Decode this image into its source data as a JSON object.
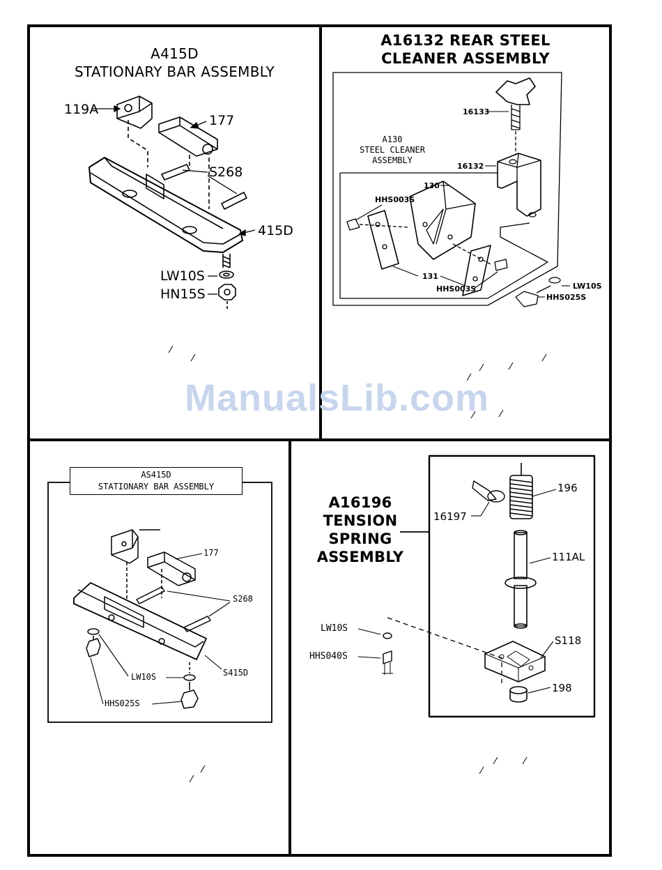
{
  "panels": {
    "stationary_bar": {
      "title": "A415D\nSTATIONARY BAR ASSEMBLY",
      "labels": {
        "part_119a": "119A",
        "part_177": "177",
        "part_s268": "S268",
        "part_415d": "415D",
        "part_lw10s": "LW10S",
        "part_hn15s": "HN15S"
      }
    },
    "rear_steel_cleaner": {
      "title": "A16132 REAR STEEL\nCLEANER ASSEMBLY",
      "sub_title": "A130\nSTEEL CLEANER\nASSEMBLY",
      "labels": {
        "part_16133": "16133",
        "part_16132": "16132",
        "part_130": "130",
        "part_hhs003s_a": "HHS003S",
        "part_131": "131",
        "part_hhs003s_b": "HHS003S",
        "part_lw10s": "LW10S",
        "part_hhs025s": "HHS025S"
      }
    },
    "as415d": {
      "title": "AS415D\nSTATIONARY BAR ASSEMBLY",
      "labels": {
        "part_177": "177",
        "part_s268": "S268",
        "part_s415d": "S415D",
        "part_lw10s": "LW10S",
        "part_hhs025s": "HHS025S"
      }
    },
    "tension_spring": {
      "title": "A16196\nTENSION\nSPRING\nASSEMBLY",
      "labels": {
        "part_196": "196",
        "part_16197": "16197",
        "part_111al": "111AL",
        "part_lw10s": "LW10S",
        "part_hhs040s": "HHS040S",
        "part_s118": "S118",
        "part_198": "198"
      }
    }
  },
  "watermark": "ManualsLib.com"
}
